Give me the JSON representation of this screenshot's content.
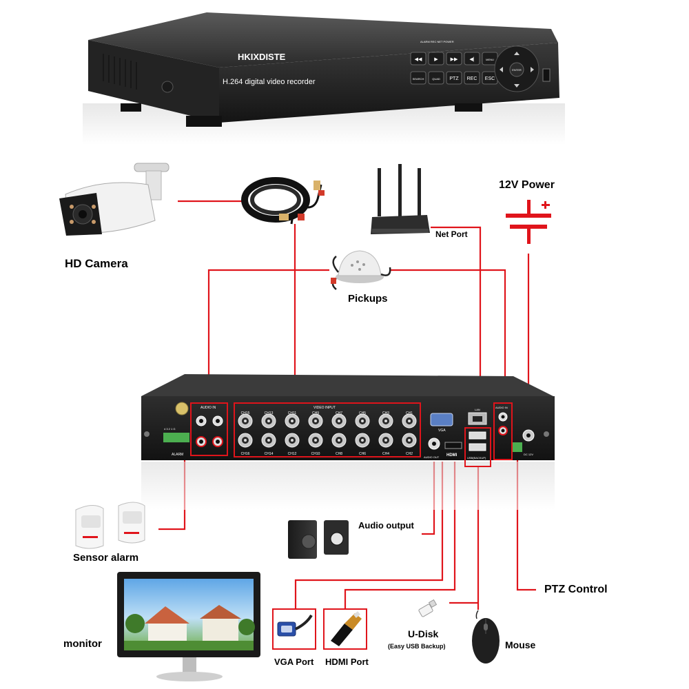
{
  "dvr_front": {
    "brand": "HKIXDISTE",
    "model_text": "H.264 digital video recorder",
    "leds": "ALARM   REC   NET   POWER",
    "buttons_top": [
      "◀◀",
      "▶",
      "▶▶",
      "◀|",
      "MENU"
    ],
    "buttons_bottom": [
      "SEARCH",
      "QUAD",
      "PTZ",
      "REC",
      "ESC"
    ],
    "dpad_center": "ENTER"
  },
  "labels": {
    "power": "12V Power",
    "camera": "HD Camera",
    "net_port": "Net Port",
    "pickups": "Pickups",
    "sensor_alarm": "Sensor alarm",
    "audio_output": "Audio output",
    "ptz_control": "PTZ Control",
    "monitor": "monitor",
    "vga_port": "VGA Port",
    "hdmi_port": "HDMI Port",
    "udisk": "U-Disk",
    "udisk_note": "(Easy USB Backup)",
    "mouse": "Mouse"
  },
  "dvr_back": {
    "audio_in_left": "AUDIO IN",
    "video_input": "VIDEO INPUT",
    "channels_top": [
      "CH15",
      "CH13",
      "CH11",
      "CH9",
      "CH7",
      "CH5",
      "CH3",
      "CH1"
    ],
    "channels_bottom": [
      "CH16",
      "CH14",
      "CH12",
      "CH10",
      "CH8",
      "CH6",
      "CH4",
      "CH2"
    ],
    "vga": "VGA",
    "lan": "LAN",
    "audio_in_right": "AUDIO IN",
    "audio_out": "AUDIO OUT",
    "hdmi": "HDMI",
    "dc": "DC 12V",
    "alarm": "ALARM",
    "alarm_pins": "4 3 2 1 G",
    "usb": "USB(BACKUP)"
  },
  "colors": {
    "wire": "#e0141b",
    "device_dark": "#2b2b2b",
    "bnc": "#c8c8c8"
  }
}
